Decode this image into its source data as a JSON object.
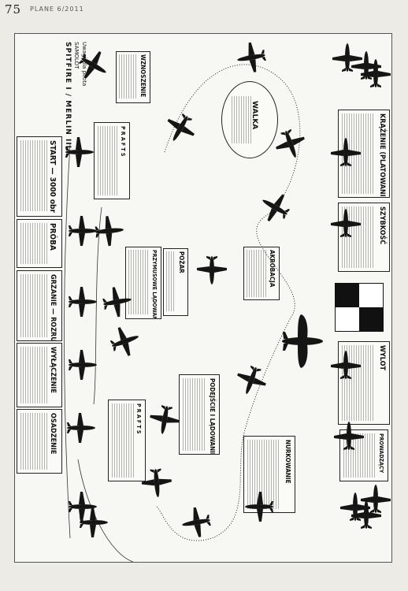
{
  "header": {
    "page_number": "75",
    "magazine": "PLANE 6/2011"
  },
  "poster": {
    "heading_lines": [
      "Uwagi dla pilota",
      "SAMOLOT"
    ],
    "aircraft": "SPITFIRE I / MERLIN III",
    "sections": {
      "start": "START — 3000 obr",
      "wznoszenie": "WZNOSZENIE",
      "walka": "WALKA",
      "krazenie": "KRĄŻENIE (PLATOWANIE)",
      "szybkosc": "SZYBKOŚĆ",
      "wylot": "WYLOT",
      "nurkowanie": "NURKOWANIE",
      "podejscie": "PODEJŚCIE I LĄDOWANIE",
      "osadzenie": "OSADZENIE",
      "wylaczenie": "WYŁĄCZENIE",
      "grzanie": "GRZANIE — ROZRUCH",
      "proba": "PRÓBA",
      "akrobacja": "AKROBACJA",
      "pozar": "POŻAR",
      "przymusowe": "PRZYMUSOWE LĄDOWANIE",
      "prafts": "P R A F T S",
      "przewodnik": "PROWADZĄCY"
    }
  },
  "colors": {
    "ink": "#111111",
    "paper": "#f7f7f4",
    "page": "#ecebe6"
  }
}
